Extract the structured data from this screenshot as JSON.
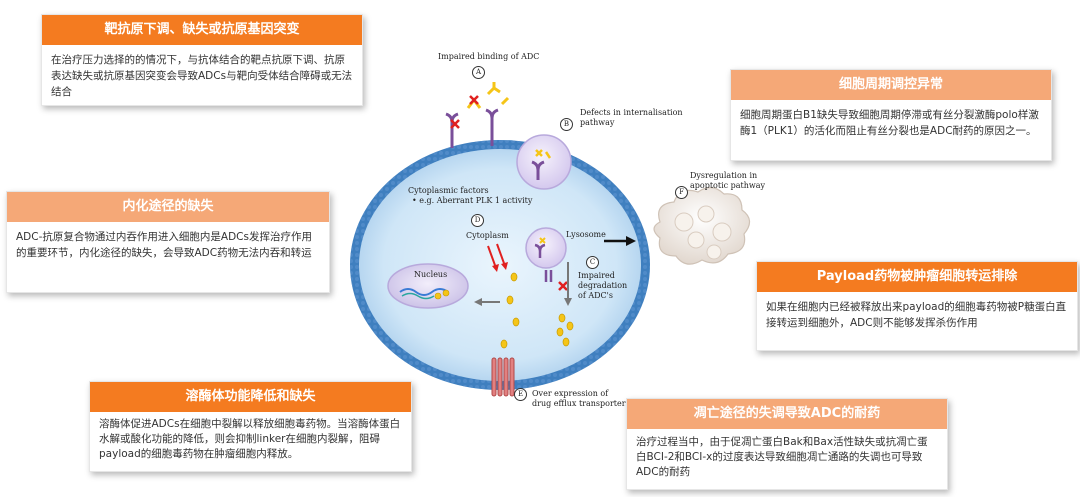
{
  "cards": {
    "antigen": {
      "title": "靶抗原下调、缺失或抗原基因突变",
      "body": "在治疗压力选择的的情况下，与抗体结合的靶点抗原下调、抗原表达缺失或抗原基因突变会导致ADCs与靶向受体结合障碍或无法结合"
    },
    "internalization": {
      "title": "内化途径的缺失",
      "body": "ADC-抗原复合物通过内吞作用进入细胞内是ADCs发挥治疗作用的重要环节，内化途径的缺失，会导致ADC药物无法内吞和转运"
    },
    "lysosome": {
      "title": "溶酶体功能降低和缺失",
      "body": "溶酶体促进ADCs在细胞中裂解以释放细胞毒药物。当溶酶体蛋白水解或酸化功能的降低，则会抑制linker在细胞内裂解，阻碍payload的细胞毒药物在肿瘤细胞内释放。"
    },
    "cell_cycle": {
      "title": "细胞周期调控异常",
      "body": "细胞周期蛋白B1缺失导致细胞周期停滞或有丝分裂激酶polo样激酶1（PLK1）的活化而阻止有丝分裂也是ADC耐药的原因之一。"
    },
    "efflux": {
      "title": "Payload药物被肿瘤细胞转运排除",
      "body": "如果在细胞内已经被释放出来payload的细胞毒药物被P糖蛋白直接转运到细胞外，ADC则不能够发挥杀伤作用"
    },
    "apoptosis": {
      "title": "凋亡途径的失调导致ADC的耐药",
      "body": "治疗过程当中，由于促凋亡蛋白Bak和Bax活性缺失或抗凋亡蛋白BCI-2和BCI-x的过度表达导致细胞凋亡通路的失调也可导致ADC的耐药"
    }
  },
  "diagram": {
    "label_a": "Impaired binding of ADC",
    "label_b_1": "Defects in internalisation",
    "label_b_2": "pathway",
    "label_d_1": "Cytoplasmic factors",
    "label_d_2": "• e.g. Aberrant PLK 1 activity",
    "cytoplasm": "Cytoplasm",
    "lysosome": "Lysosome",
    "label_c_1": "Impaired",
    "label_c_2": "degradation",
    "label_c_3": "of ADC's",
    "nucleus": "Nucleus",
    "label_e_1": "Over expression of",
    "label_e_2": "drug efflux transporters",
    "label_f_1": "Dysregulation in",
    "label_f_2": "apoptotic pathway",
    "letters": {
      "a": "A",
      "b": "B",
      "c": "C",
      "d": "D",
      "e": "E",
      "f": "F"
    }
  },
  "colors": {
    "card_header_orange": "#f47b20",
    "card_header_peach": "#f5a877",
    "cell_membrane": "#3f7fbf",
    "cytoplasm_fill": "#cfe6f7",
    "nucleus_fill": "#d9d2ee",
    "payload": "#f5c518",
    "receptor": "#7a4f9a",
    "block_mark": "#e02020"
  }
}
